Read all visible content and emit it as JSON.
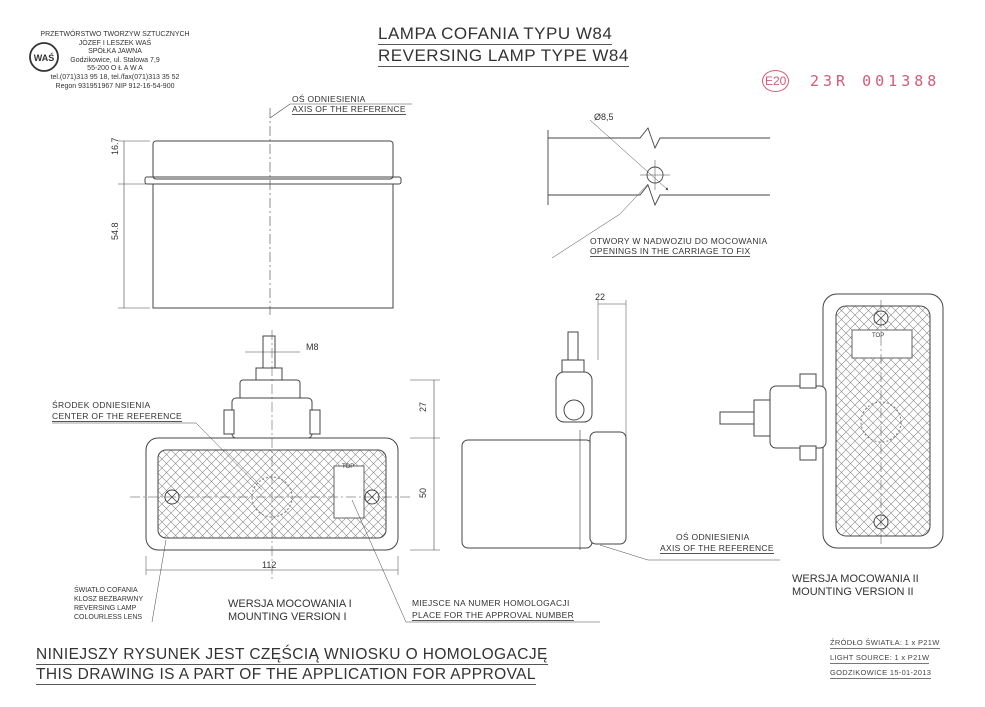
{
  "company": {
    "lines": [
      "PRZETWÓRSTWO TWORZYW SZTUCZNYCH",
      "JÓZEF I LESZEK WAŚ",
      "SPÓŁKA JAWNA",
      "Godzikowice, ul. Stalowa 7,9",
      "55-200   O Ł A W A",
      "tel.(071)313 95 18, tel./fax(071)313 35 52",
      "Regon 931951967 NIP 912-16-54-900"
    ],
    "logo_text": "WAŚ"
  },
  "title": {
    "pl": "LAMPA COFANIA TYPU W84",
    "en": "REVERSING LAMP TYPE W84"
  },
  "stamp": {
    "mark": "E20",
    "number": "23R  001388"
  },
  "labels": {
    "axis_ref_top_pl": "OŚ ODNIESIENIA",
    "axis_ref_top_en": "AXIS OF THE REFERENCE",
    "hole_diameter": "Ø8,5",
    "openings_pl": "OTWORY W NADWOZIU DO MOCOWANIA",
    "openings_en": "OPENINGS IN THE CARRIAGE TO FIX",
    "center_ref_pl": "ŚRODEK ODNIESIENIA",
    "center_ref_en": "CENTER OF THE REFERENCE",
    "light_lens": [
      "ŚWIATŁO COFANIA",
      "KLOSZ BEZBARWNY",
      "REVERSING LAMP",
      "COLOURLESS LENS"
    ],
    "version1_pl": "WERSJA MOCOWANIA I",
    "version1_en": "MOUNTING VERSION I",
    "homologation_pl": "MIEJSCE NA NUMER HOMOLOGACJI",
    "homologation_en": "PLACE FOR THE APPROVAL NUMBER",
    "axis_ref_side_pl": "OŚ ODNIESIENIA",
    "axis_ref_side_en": "AXIS OF THE REFERENCE",
    "version2_pl": "WERSJA MOCOWANIA II",
    "version2_en": "MOUNTING VERSION II",
    "top_mark": "TOP"
  },
  "dimensions": {
    "d16_7": "16.7",
    "d54_8": "54.8",
    "m8": "M8",
    "d27": "27",
    "d50": "50",
    "d112": "112",
    "d22": "22"
  },
  "footer": {
    "note_pl": "NINIEJSZY RYSUNEK JEST CZĘŚCIĄ WNIOSKU O  HOMOLOGACJĘ",
    "note_en": "THIS DRAWING IS A PART OF THE APPLICATION FOR  APPROVAL",
    "source_pl": "ŹRÓDŁO ŚWIATŁA:  1 x P21W",
    "source_en": "LIGHT SOURCE: 1 x P21W",
    "place_date": "GODZIKOWICE      15-01-2013"
  }
}
